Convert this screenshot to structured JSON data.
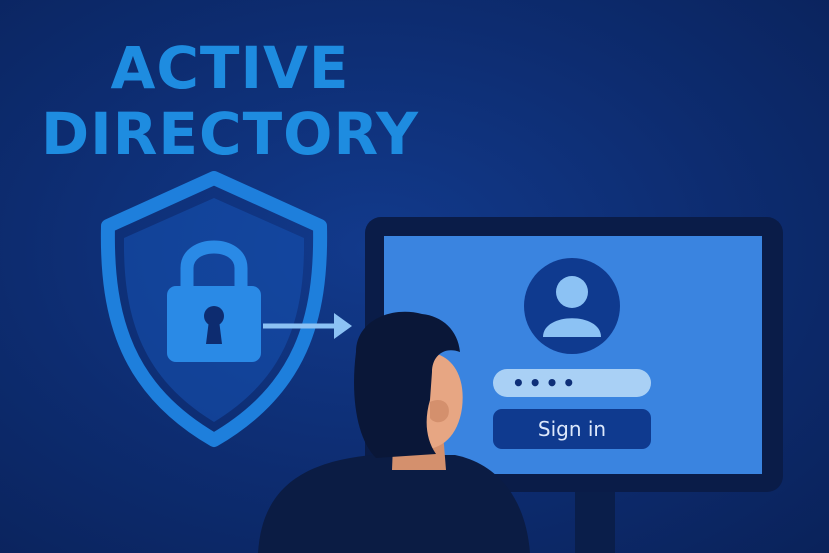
{
  "title": {
    "line1": "ACTIVE",
    "line2": "DIRECTORY"
  },
  "login": {
    "password_mask": "••••",
    "signin_label": "Sign in"
  },
  "colors": {
    "background": "#0d2c70",
    "accent": "#1e8ce0",
    "screen": "#3a84e0",
    "button": "#0f3a8f"
  },
  "icons": [
    "shield-icon",
    "lock-icon",
    "arrow-right-icon",
    "user-avatar-icon"
  ]
}
